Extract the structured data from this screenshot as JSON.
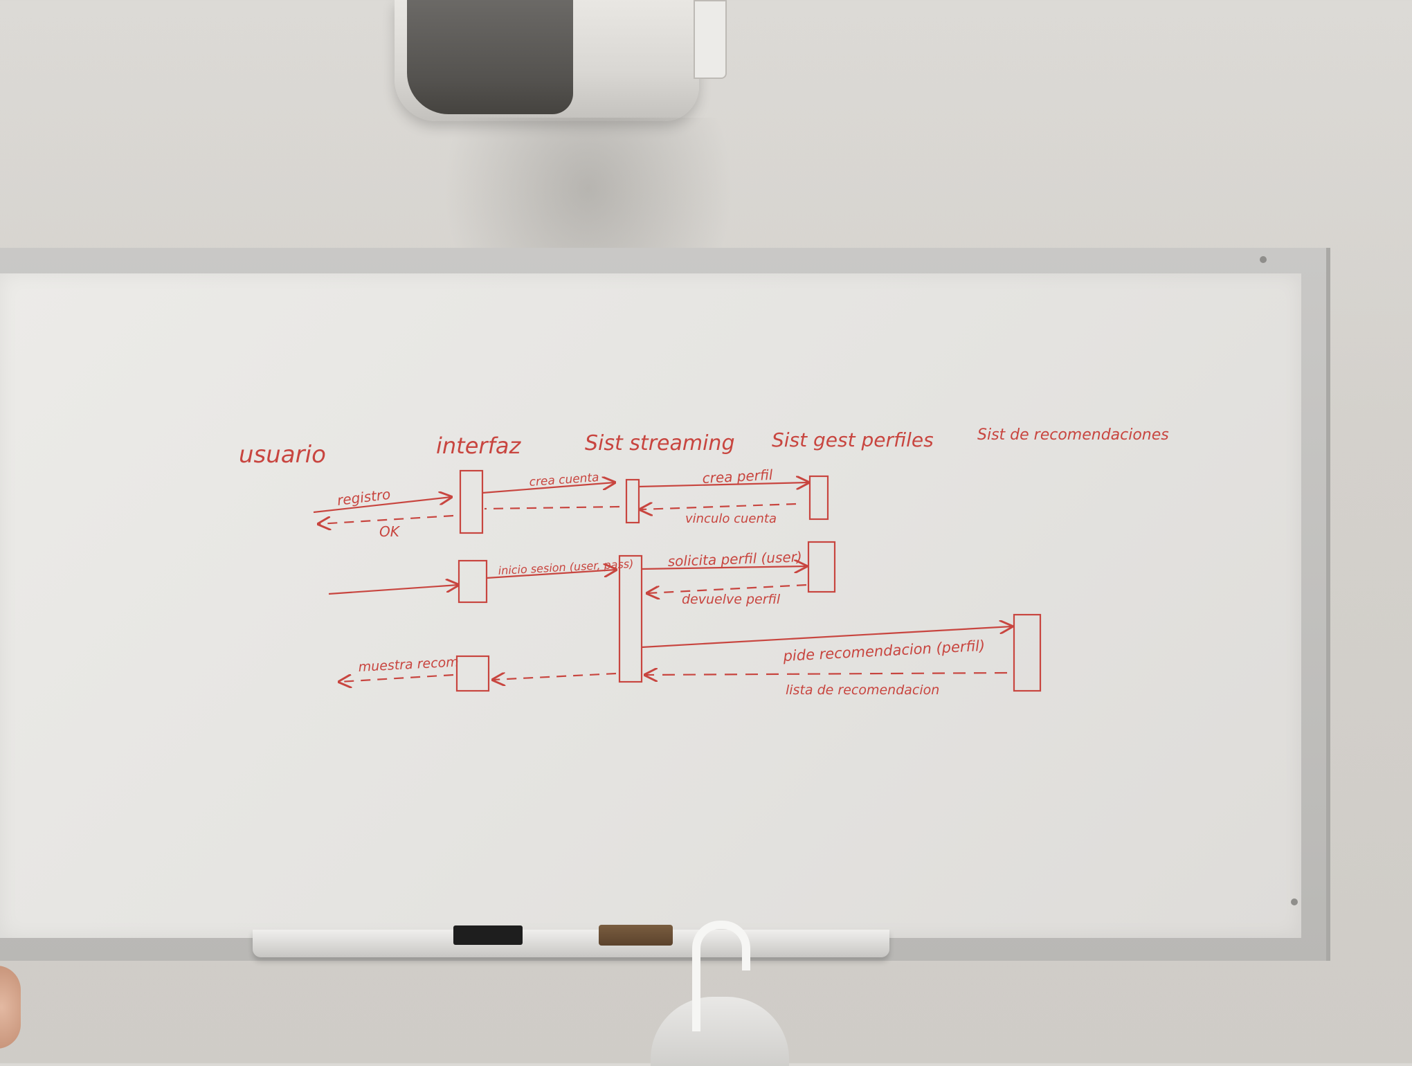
{
  "colors": {
    "ink": "#c8453f",
    "board": "#e8e7e4",
    "frame": "#bfbebb",
    "wall": "#d6d3ce"
  },
  "participants": [
    {
      "id": "usuario",
      "label": "usuario"
    },
    {
      "id": "interfaz",
      "label": "interfaz"
    },
    {
      "id": "streaming",
      "label": "Sist streaming"
    },
    {
      "id": "perfiles",
      "label": "Sist gest perfiles"
    },
    {
      "id": "recomendaciones",
      "label": "Sist de recomendaciones"
    }
  ],
  "messages": [
    {
      "label": "registro",
      "kind": "call"
    },
    {
      "label": "OK",
      "kind": "return"
    },
    {
      "label": "crea cuenta",
      "kind": "call"
    },
    {
      "label": "crea perfil",
      "kind": "call"
    },
    {
      "label": "vinculo cuenta",
      "kind": "return"
    },
    {
      "label": "inicio sesion (user, pass)",
      "kind": "call"
    },
    {
      "label": "solicita perfil (user)",
      "kind": "call"
    },
    {
      "label": "devuelve perfil",
      "kind": "return"
    },
    {
      "label": "pide recomendacion (perfil)",
      "kind": "call"
    },
    {
      "label": "lista de recomendacion",
      "kind": "return"
    },
    {
      "label": "muestra recom",
      "kind": "return"
    }
  ]
}
